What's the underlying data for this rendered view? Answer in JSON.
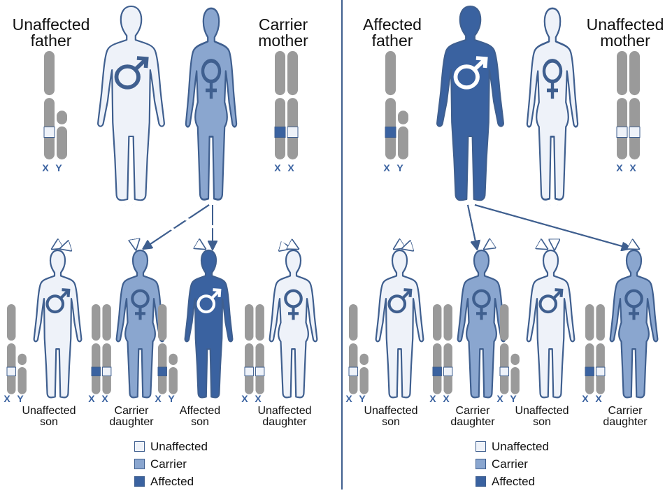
{
  "colors": {
    "unaffected": "#eef2f9",
    "carrier": "#8aa6cf",
    "affected": "#3a62a0",
    "chromosome": "#9a9a9a",
    "outline": "#3f5f8f"
  },
  "panels": [
    {
      "father": {
        "label": "Unaffected\nfather",
        "status": "unaffected",
        "chromosomes": "X Y"
      },
      "mother": {
        "label": "Carrier\nmother",
        "status": "carrier",
        "chromosomes": "X X"
      },
      "children": [
        {
          "label": "Unaffected\nson",
          "sex": "male",
          "status": "unaffected",
          "chromosomes": "X Y"
        },
        {
          "label": "Carrier\ndaughter",
          "sex": "female",
          "status": "carrier",
          "chromosomes": "X X"
        },
        {
          "label": "Affected\nson",
          "sex": "male",
          "status": "affected",
          "chromosomes": "X Y"
        },
        {
          "label": "Unaffected\ndaughter",
          "sex": "female",
          "status": "unaffected",
          "chromosomes": "X X"
        }
      ]
    },
    {
      "father": {
        "label": "Affected\nfather",
        "status": "affected",
        "chromosomes": "X Y"
      },
      "mother": {
        "label": "Unaffected\nmother",
        "status": "unaffected",
        "chromosomes": "X X"
      },
      "children": [
        {
          "label": "Unaffected\nson",
          "sex": "male",
          "status": "unaffected",
          "chromosomes": "X Y"
        },
        {
          "label": "Carrier\ndaughter",
          "sex": "female",
          "status": "carrier",
          "chromosomes": "X X"
        },
        {
          "label": "Unaffected\nson",
          "sex": "male",
          "status": "unaffected",
          "chromosomes": "X Y"
        },
        {
          "label": "Carrier\ndaughter",
          "sex": "female",
          "status": "carrier",
          "chromosomes": "X X"
        }
      ]
    }
  ],
  "legend": [
    {
      "label": "Unaffected",
      "status": "unaffected"
    },
    {
      "label": "Carrier",
      "status": "carrier"
    },
    {
      "label": "Affected",
      "status": "affected"
    }
  ]
}
